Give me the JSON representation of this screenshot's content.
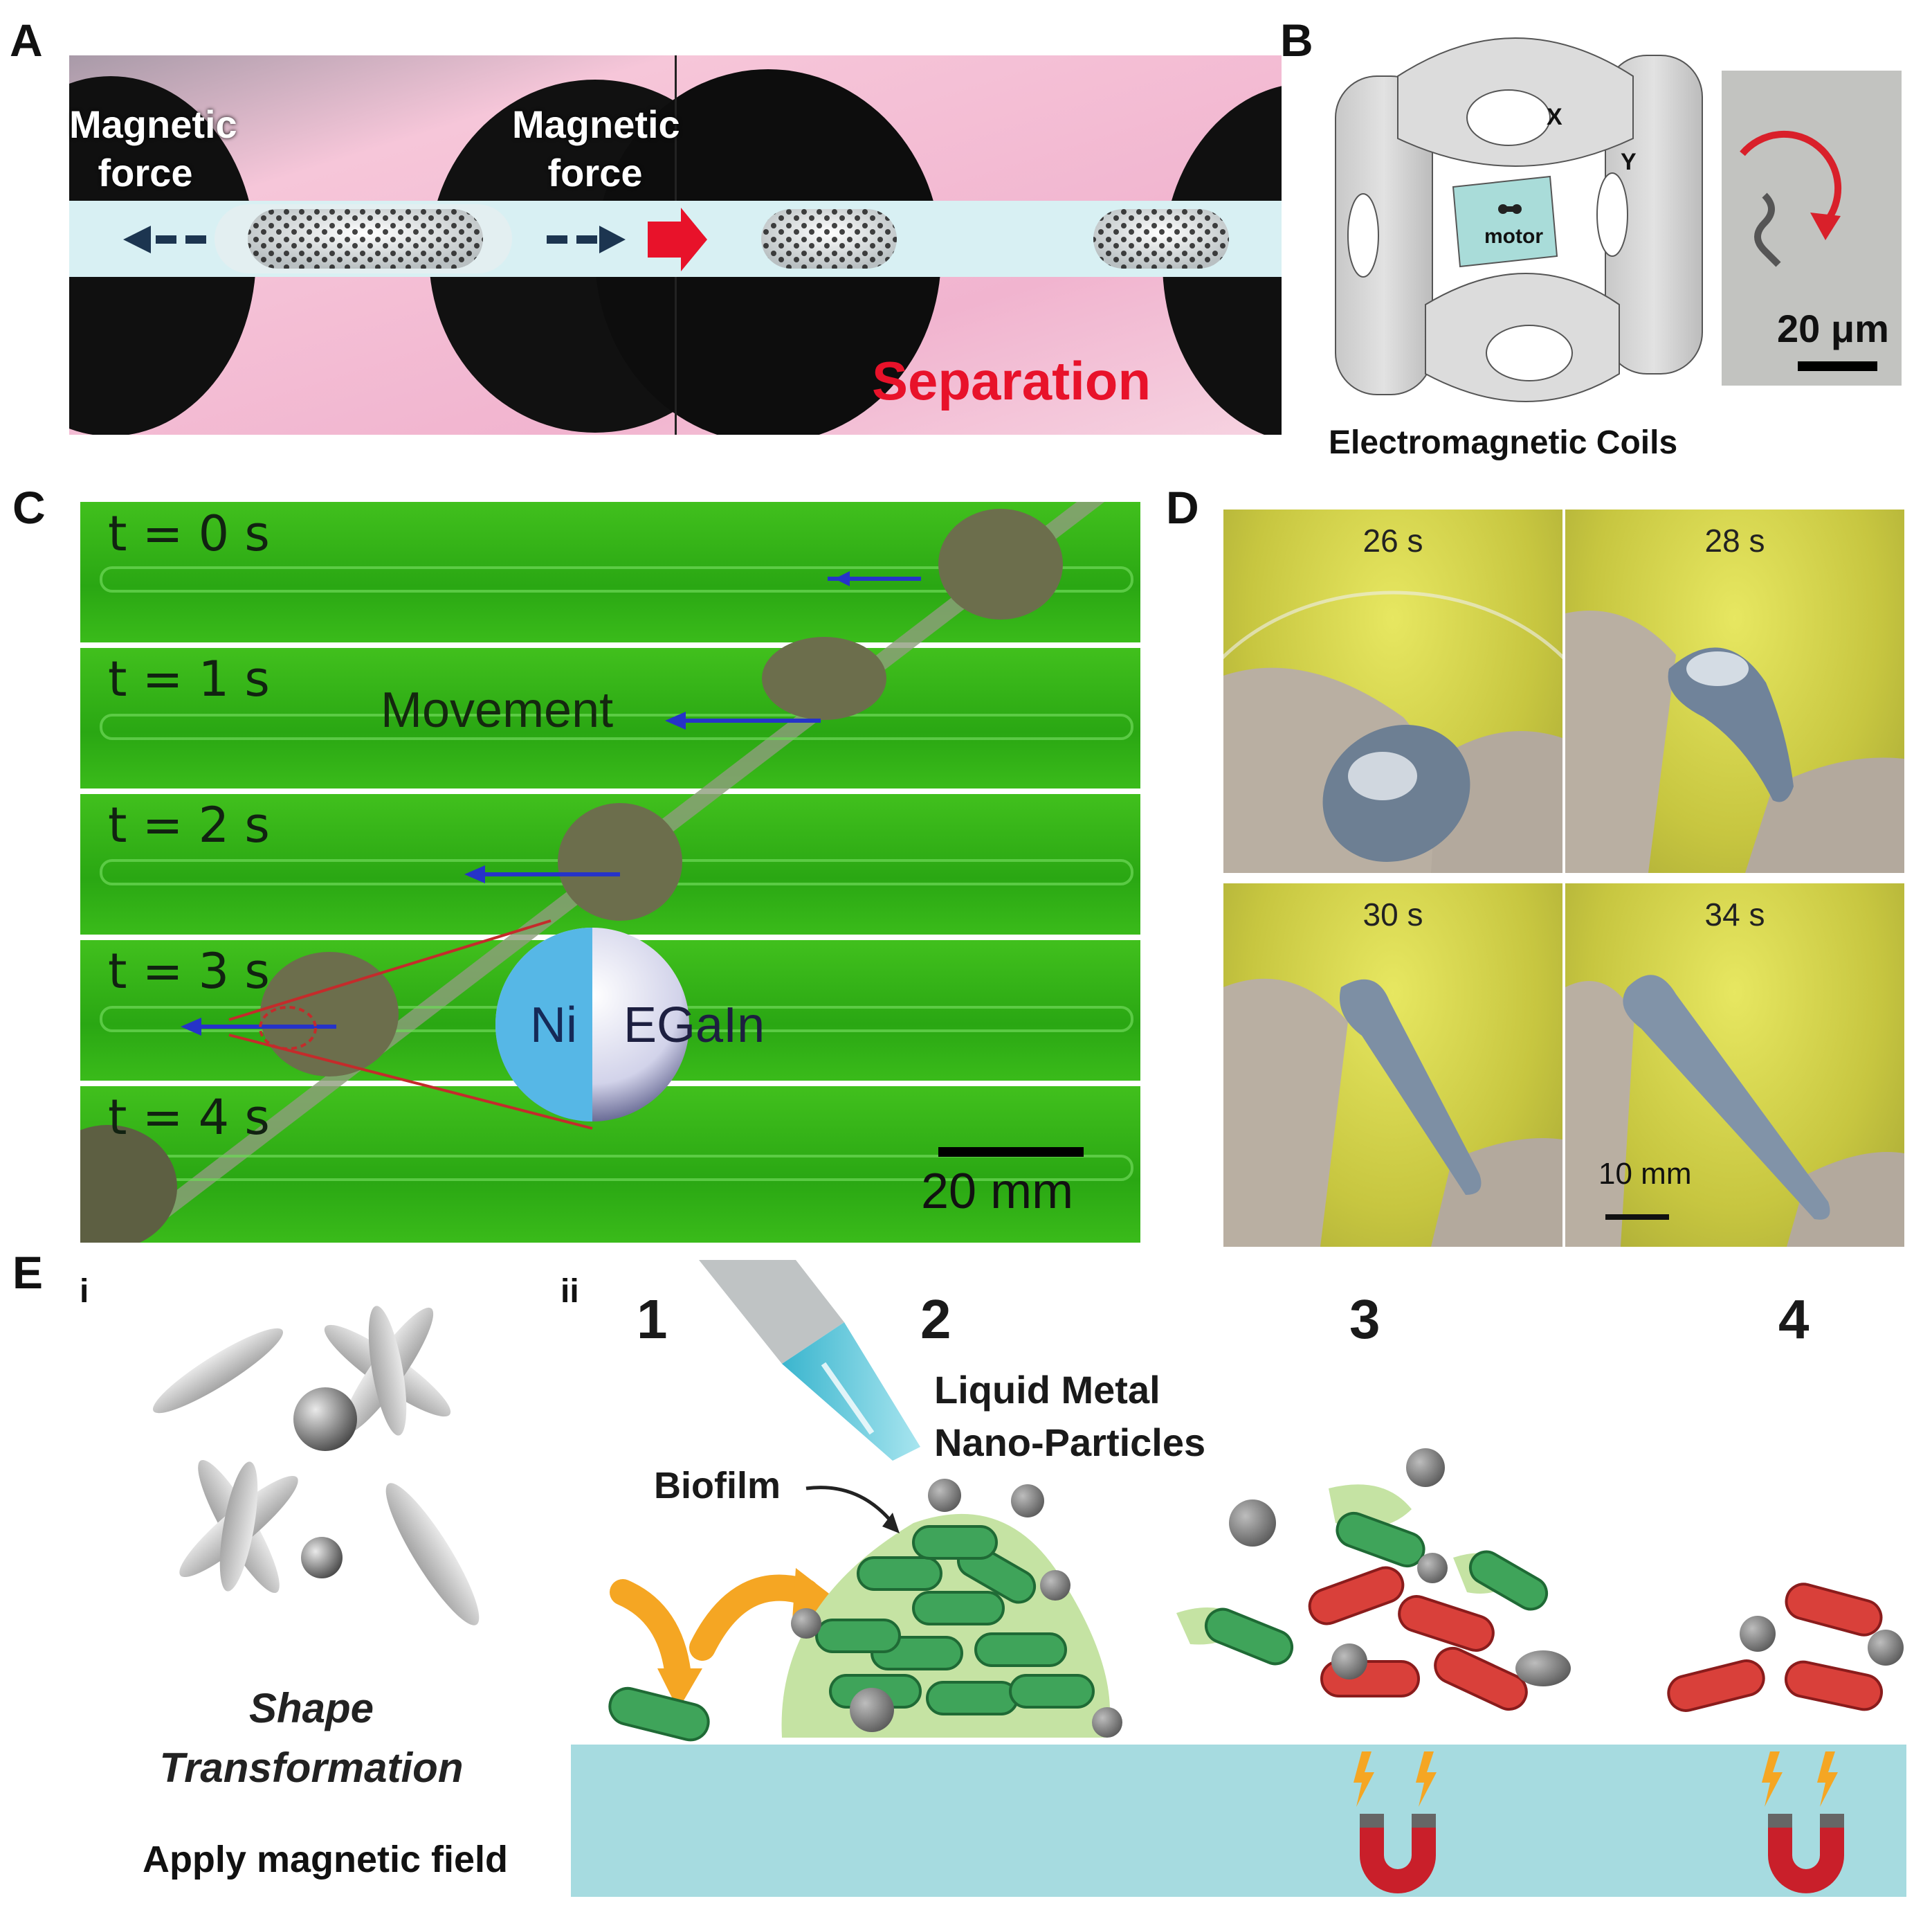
{
  "panels": {
    "a": {
      "letter": "A",
      "left_label_line1": "Magnetic",
      "left_label_line2": "force",
      "right_label_line1": "Magnetic",
      "right_label_line2": "force",
      "separation": "Separation",
      "colors": {
        "background": "#f1b4cf",
        "magnet": "#101010",
        "channel": "#d8f0f3",
        "arrow": "#e8122a"
      }
    },
    "b": {
      "letter": "B",
      "axis_x": "X",
      "axis_y": "Y",
      "motor": "motor",
      "caption": "Electromagnetic Coils",
      "scale": "20 μm",
      "colors": {
        "coil": "#d3d3d3",
        "motor_plate": "#a9dcd9",
        "rotation_arrow": "#d9202a"
      }
    },
    "c": {
      "letter": "C",
      "times": [
        "t = 0 s",
        "t = 1 s",
        "t = 2 s",
        "t = 3 s",
        "t = 4 s"
      ],
      "movement": "Movement",
      "ni": "Ni",
      "egain": "EGaIn",
      "scale": "20 mm",
      "colors": {
        "background": "#36b818",
        "arrow": "#2633c9",
        "ni": "#56b7e6"
      }
    },
    "d": {
      "letter": "D",
      "times": [
        "26 s",
        "28 s",
        "30 s",
        "34 s"
      ],
      "scale": "10 mm"
    },
    "e": {
      "letter": "E",
      "sub_i": "i",
      "sub_ii": "ii",
      "shape_line1": "Shape",
      "shape_line2": "Transformation",
      "apply_field": "Apply magnetic field",
      "steps": [
        "1",
        "2",
        "3",
        "4"
      ],
      "lm_line1": "Liquid Metal",
      "lm_line2": "Nano-Particles",
      "biofilm": "Biofilm",
      "colors": {
        "surface": "#a6dbe0",
        "green_bacteria": "#3fa45a",
        "red_bacteria": "#d9403a",
        "arrow": "#f5a623",
        "magnet": "#c91f2a"
      }
    }
  }
}
